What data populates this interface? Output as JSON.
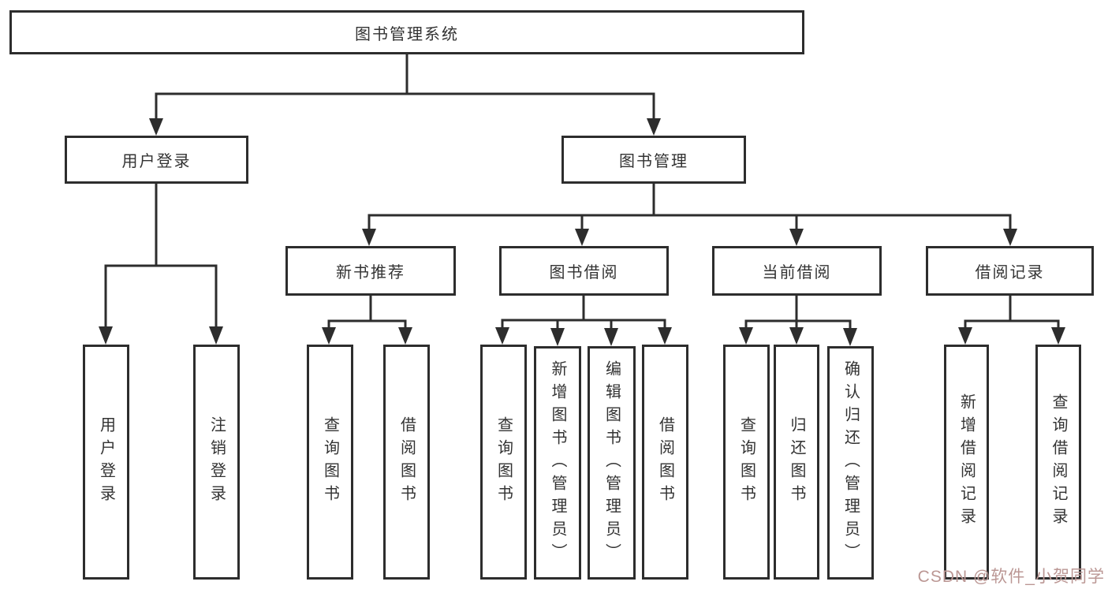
{
  "diagram": {
    "root": {
      "label": "图书管理系统"
    },
    "branches": [
      {
        "label": "用户登录",
        "children": [
          {
            "label": "用户登录"
          },
          {
            "label": "注销登录"
          }
        ]
      },
      {
        "label": "图书管理",
        "children": [
          {
            "label": "新书推荐",
            "children": [
              {
                "label": "查询图书"
              },
              {
                "label": "借阅图书"
              }
            ]
          },
          {
            "label": "图书借阅",
            "children": [
              {
                "label": "查询图书"
              },
              {
                "label": "新增图书（管理员）"
              },
              {
                "label": "编辑图书（管理员）"
              },
              {
                "label": "借阅图书"
              }
            ]
          },
          {
            "label": "当前借阅",
            "children": [
              {
                "label": "查询图书"
              },
              {
                "label": "归还图书"
              },
              {
                "label": "确认归还（管理员）"
              }
            ]
          },
          {
            "label": "借阅记录",
            "children": [
              {
                "label": "新增借阅记录"
              },
              {
                "label": "查询借阅记录"
              }
            ]
          }
        ]
      }
    ]
  },
  "watermark": {
    "text": "CSDN @软件_小贺同学"
  },
  "colors": {
    "line": "#2d2d2d",
    "box_border": "#2d2d2d",
    "text": "#333333",
    "watermark": "#bb9794",
    "background": "#ffffff"
  }
}
